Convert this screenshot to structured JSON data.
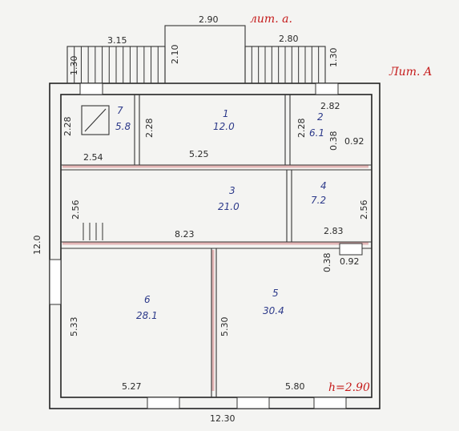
{
  "labels": {
    "lit_a_small": "лит. а.",
    "lit_a_big": "Лит. А",
    "top_dim": "2.90",
    "stair_left_w": "3.15",
    "stair_right_w": "2.80",
    "stair_left_h": "1.30",
    "stair_right_h": "1.30",
    "porch_h": "2.10",
    "left_height": "12.0",
    "bottom_width": "12.30",
    "ceiling_h": "h=2.90",
    "bottom_right_w": "5.80"
  },
  "rooms": [
    {
      "num": "7",
      "area": "5.8"
    },
    {
      "num": "1",
      "area": "12.0"
    },
    {
      "num": "2",
      "area": "6.1"
    },
    {
      "num": "3",
      "area": "21.0"
    },
    {
      "num": "4",
      "area": "7.2"
    },
    {
      "num": "6",
      "area": "28.1"
    },
    {
      "num": "5",
      "area": "30.4"
    }
  ],
  "dims": {
    "r7_h": "2.28",
    "r7_w": "2.54",
    "r1_h": "2.28",
    "r1_w": "5.25",
    "r2_h": "2.28",
    "r2_w": "2.82",
    "r2_small": "0.92",
    "r2_small_h": "0.38",
    "r3_h": "2.56",
    "r3_w": "8.23",
    "r4_h": "2.56",
    "r4_w": "2.83",
    "r5_small": "0.92",
    "r5_small_h": "0.38",
    "r6_h": "5.33",
    "r6_w": "5.27",
    "r5_h": "5.30"
  }
}
